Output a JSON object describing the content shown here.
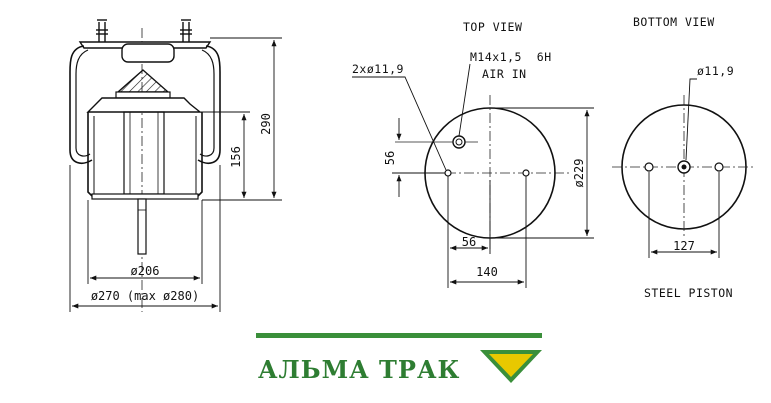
{
  "side_view": {
    "height_total": "290",
    "height_piston": "156",
    "diameter_piston": "ø206",
    "diameter_bellow": "ø270 (max ø280)"
  },
  "top_view": {
    "title": "TOP VIEW",
    "holes": "2xø11,9",
    "thread": "M14x1,5  6H",
    "air_in": "AIR IN",
    "offset_vertical": "56",
    "offset_horizontal": "56",
    "hole_spacing": "140",
    "diameter": "ø229"
  },
  "bottom_view": {
    "title": "BOTTOM VIEW",
    "hole": "ø11,9",
    "hole_spacing": "127",
    "caption": "STEEL PISTON"
  },
  "brand": {
    "name": "АЛЬМА ТРАК",
    "colors": {
      "text": "#2e7d32",
      "bar": "#3a8f3a",
      "check_fill": "#e8c800",
      "check_stroke": "#3a8f3a"
    }
  }
}
